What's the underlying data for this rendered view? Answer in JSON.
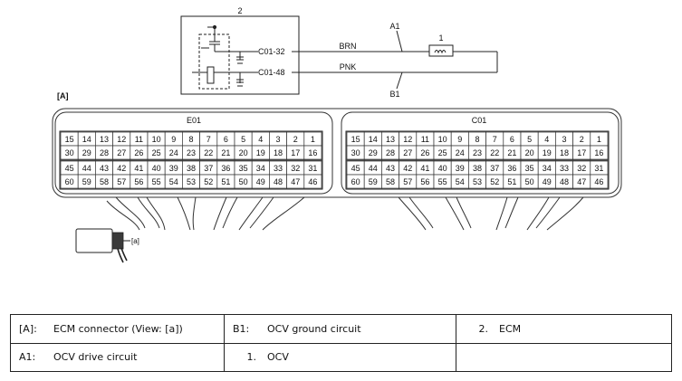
{
  "diagram": {
    "ecm_number": "2",
    "pins": {
      "drive": "C01-32",
      "ground": "C01-48"
    },
    "wires": {
      "drive_color": "BRN",
      "ground_color": "PNK"
    },
    "callouts": {
      "drive": "A1",
      "ground": "B1",
      "ocv": "1"
    },
    "view_label": "[A]",
    "view_tag": "[a]"
  },
  "connectors": {
    "left": {
      "name": "E01",
      "row1": [
        "15",
        "14",
        "13",
        "12",
        "11",
        "10",
        "9",
        "8",
        "7",
        "6",
        "5",
        "4",
        "3",
        "2",
        "1"
      ],
      "row2": [
        "30",
        "29",
        "28",
        "27",
        "26",
        "25",
        "24",
        "23",
        "22",
        "21",
        "20",
        "19",
        "18",
        "17",
        "16"
      ],
      "row3": [
        "45",
        "44",
        "43",
        "42",
        "41",
        "40",
        "39",
        "38",
        "37",
        "36",
        "35",
        "34",
        "33",
        "32",
        "31"
      ],
      "row4": [
        "60",
        "59",
        "58",
        "57",
        "56",
        "55",
        "54",
        "53",
        "52",
        "51",
        "50",
        "49",
        "48",
        "47",
        "46"
      ]
    },
    "right": {
      "name": "C01",
      "row1": [
        "15",
        "14",
        "13",
        "12",
        "11",
        "10",
        "9",
        "8",
        "7",
        "6",
        "5",
        "4",
        "3",
        "2",
        "1"
      ],
      "row2": [
        "30",
        "29",
        "28",
        "27",
        "26",
        "25",
        "24",
        "23",
        "22",
        "21",
        "20",
        "19",
        "18",
        "17",
        "16"
      ],
      "row3": [
        "45",
        "44",
        "43",
        "42",
        "41",
        "40",
        "39",
        "38",
        "37",
        "36",
        "35",
        "34",
        "33",
        "32",
        "31"
      ],
      "row4": [
        "60",
        "59",
        "58",
        "57",
        "56",
        "55",
        "54",
        "53",
        "52",
        "51",
        "50",
        "49",
        "48",
        "47",
        "46"
      ]
    }
  },
  "legend": {
    "a_code": "[A]:",
    "a_text": "ECM connector (View: [a])",
    "b1_code": "B1:",
    "b1_text": "OCV ground circuit",
    "n2_code": "2.",
    "n2_text": "ECM",
    "a1_code": "A1:",
    "a1_text": "OCV drive circuit",
    "n1_code": "1.",
    "n1_text": "OCV"
  }
}
